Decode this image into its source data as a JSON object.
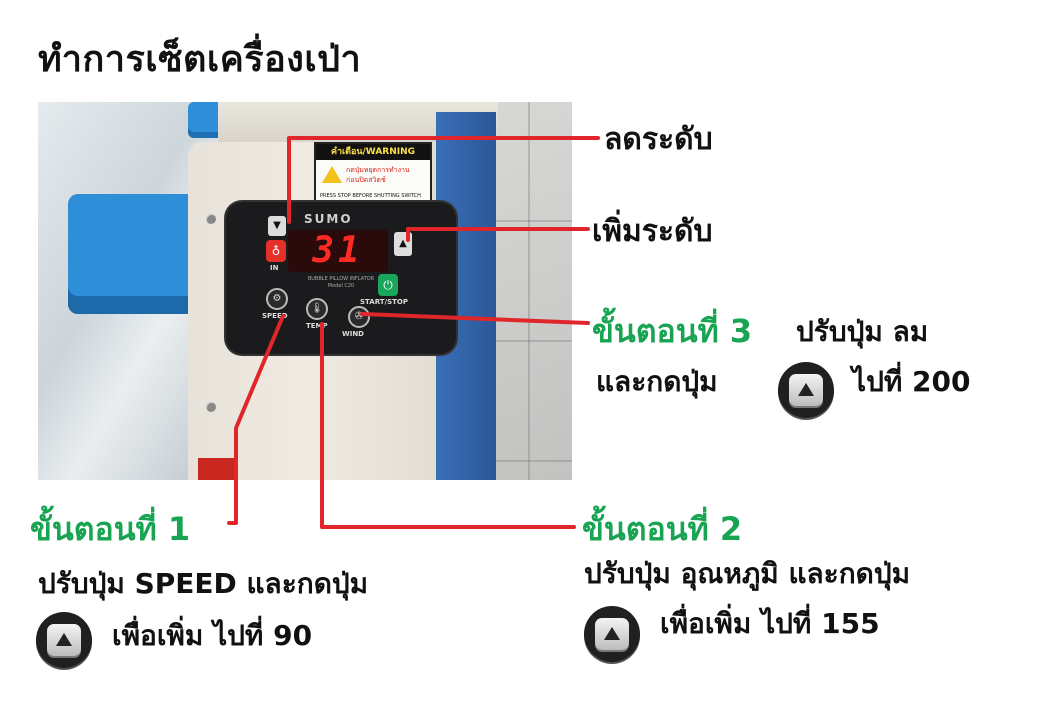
{
  "title": "ทำการเซ็ตเครื่องเป่า",
  "photo": {
    "warning_header": "คำเตือน/WARNING",
    "warning_thai_1": "กดปุ่มหยุดการทำงาน",
    "warning_thai_2": "ก่อนปิดสวิตช์",
    "warning_en": "PRESS STOP BEFORE SHUTTING SWITCH OFF",
    "brand": "SUMO",
    "display_value": "31",
    "model_line_1": "BUBBLE PILLOW INFLATOR",
    "model_line_2": "Model C20",
    "btn_in_label": "IN",
    "btn_start_label": "START/STOP",
    "btn_speed_label": "SPEED",
    "btn_temp_label": "TEMP",
    "btn_wind_label": "WIND"
  },
  "callouts": {
    "decrease": "ลดระดับ",
    "increase": "เพิ่มระดับ",
    "step3": {
      "heading": "ขั้นตอนที่ 3",
      "line1_suffix": "ปรับปุ่ม ลม",
      "line2_prefix": "และกดปุ่ม",
      "line2_suffix": "ไปที่ 200"
    },
    "step1": {
      "heading": "ขั้นตอนที่ 1",
      "line1": "ปรับปุ่ม SPEED และกดปุ่ม",
      "line2_suffix": "เพื่อเพิ่ม ไปที่ 90"
    },
    "step2": {
      "heading": "ขั้นตอนที่ 2",
      "line1": "ปรับปุ่ม อุณหภูมิ และกดปุ่ม",
      "line2_suffix": "เพื่อเพิ่ม ไปที่ 155"
    }
  },
  "icons": {
    "up_key": "up-arrow-key-icon"
  },
  "colors": {
    "callout_line": "#e0262b",
    "step_heading": "#18a452"
  }
}
